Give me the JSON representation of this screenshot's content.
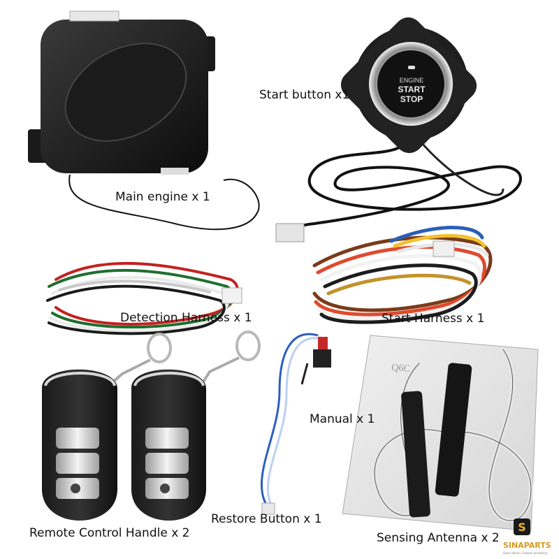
{
  "captions": {
    "start_button": "Start button x1",
    "main_engine": "Main engine x 1",
    "detection_harness": "Detection Harness x 1",
    "start_harness": "Start Harness x 1",
    "manual": "Manual x 1",
    "restore_button": "Restore Button x 1",
    "remote_control": "Remote Control Handle x 2",
    "sensing_antenna": "Sensing Antenna x 2"
  },
  "button_face": {
    "line1": "ENGINE",
    "line2": "START",
    "line3": "STOP"
  },
  "manual_cover_text": "Q6C",
  "watermark": {
    "brand": "SINAPARTS",
    "tagline": "Since driven. Forever accessory"
  }
}
